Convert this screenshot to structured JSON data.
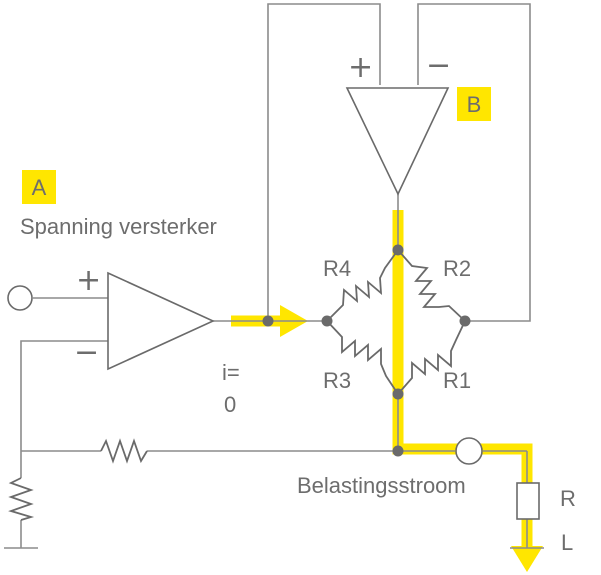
{
  "labels": {
    "tag_a": "A",
    "tag_b": "B",
    "amp_a_caption": "Spanning versterker",
    "r1": "R1",
    "r2": "R2",
    "r3": "R3",
    "r4": "R4",
    "current_i_top": "i=",
    "current_i_bottom": "0",
    "load_current": "Belastingsstroom",
    "rl_top": "R",
    "rl_bottom": "L",
    "amp_a_plus": "+",
    "amp_a_minus": "−",
    "amp_b_plus": "+",
    "amp_b_minus": "−"
  },
  "colors": {
    "highlight": "#ffe600",
    "wire": "#8c8c8c",
    "component": "#6a6a6a",
    "text": "#6d6d6d"
  }
}
